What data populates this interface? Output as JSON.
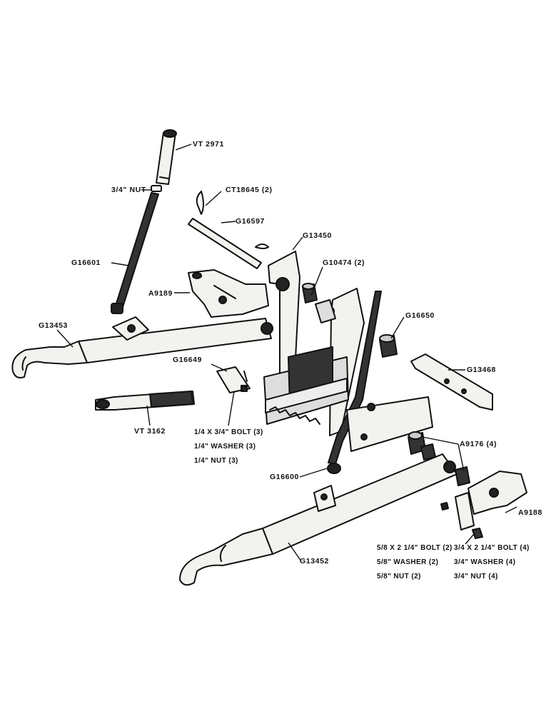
{
  "parts": {
    "vt2971": "VT 2971",
    "nut34": "3/4\" NUT",
    "ct18645": "CT18645 (2)",
    "g16597": "G16597",
    "g13450": "G13450",
    "g10474": "G10474 (2)",
    "g16601": "G16601",
    "a9189": "A9189",
    "g13453": "G13453",
    "g16650": "G16650",
    "g16649": "G16649",
    "g13468": "G13468",
    "vt3162": "VT 3162",
    "a9176": "A9176 (4)",
    "g16600": "G16600",
    "a9188": "A9188",
    "g13452": "G13452"
  },
  "hardware_left": [
    "1/4 X 3/4\" BOLT (3)",
    "1/4\" WASHER (3)",
    "1/4\" NUT (3)"
  ],
  "hardware_mid": [
    "5/8 X 2 1/4\" BOLT (2)",
    "5/8\" WASHER (2)",
    "5/8\" NUT (2)"
  ],
  "hardware_right": [
    "3/4 X 2 1/4\" BOLT (4)",
    "3/4\" WASHER (4)",
    "3/4\" NUT (4)"
  ],
  "colors": {
    "ink": "#111111",
    "part_fill": "#f2f2ee",
    "shadow": "#2a2a2a"
  }
}
